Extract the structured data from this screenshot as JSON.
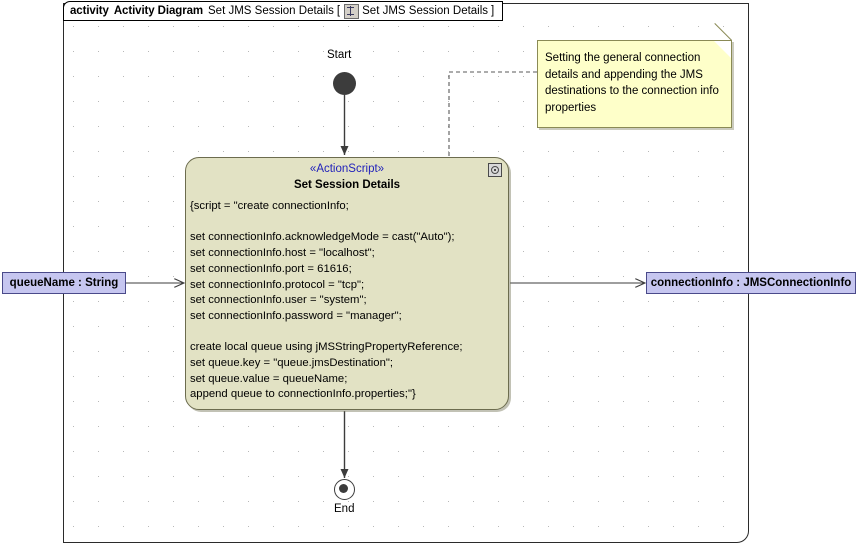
{
  "frame": {
    "keyword": "activity",
    "type_label": "Activity Diagram",
    "name": "Set JMS Session Details",
    "bracket_open": "[",
    "diagram_icon": "activity-diagram-icon",
    "inner_name": "Set JMS Session Details",
    "bracket_close": "]"
  },
  "nodes": {
    "start": {
      "label": "Start",
      "icon": "initial-node-icon"
    },
    "end": {
      "label": "End",
      "icon": "final-node-icon"
    },
    "action": {
      "stereotype": "«ActionScript»",
      "title": "Set Session Details",
      "icon": "action-script-icon",
      "body": "{script = \"create connectionInfo;\n\nset connectionInfo.acknowledgeMode = cast(\"Auto\");\nset connectionInfo.host = \"localhost\";\nset connectionInfo.port = 61616;\nset connectionInfo.protocol = \"tcp\";\nset connectionInfo.user = \"system\";\nset connectionInfo.password = \"manager\";\n\ncreate local queue using jMSStringPropertyReference;\nset queue.key = \"queue.jmsDestination\";\nset queue.value = queueName;\nappend queue to connectionInfo.properties;\"}"
    }
  },
  "note": {
    "text": "Setting the general connection details and appending the JMS destinations to the connection info properties",
    "icon": "note-fold-icon"
  },
  "pins": {
    "input": {
      "label": "queueName : String"
    },
    "output": {
      "label": "connectionInfo : JMSConnectionInfo"
    }
  },
  "colors": {
    "action_fill": "#e2e2c4",
    "action_stroke": "#6c6c4e",
    "note_fill": "#feffc9",
    "note_stroke": "#8a8a55",
    "pin_fill": "#c6c6f0",
    "pin_stroke": "#4a4a8a",
    "stereotype_text": "#2222bb",
    "node_fill": "#3c3c3c",
    "frame_stroke": "#2b2b2b",
    "grid_dot": "#b8b8b8",
    "canvas": "#ffffff"
  }
}
